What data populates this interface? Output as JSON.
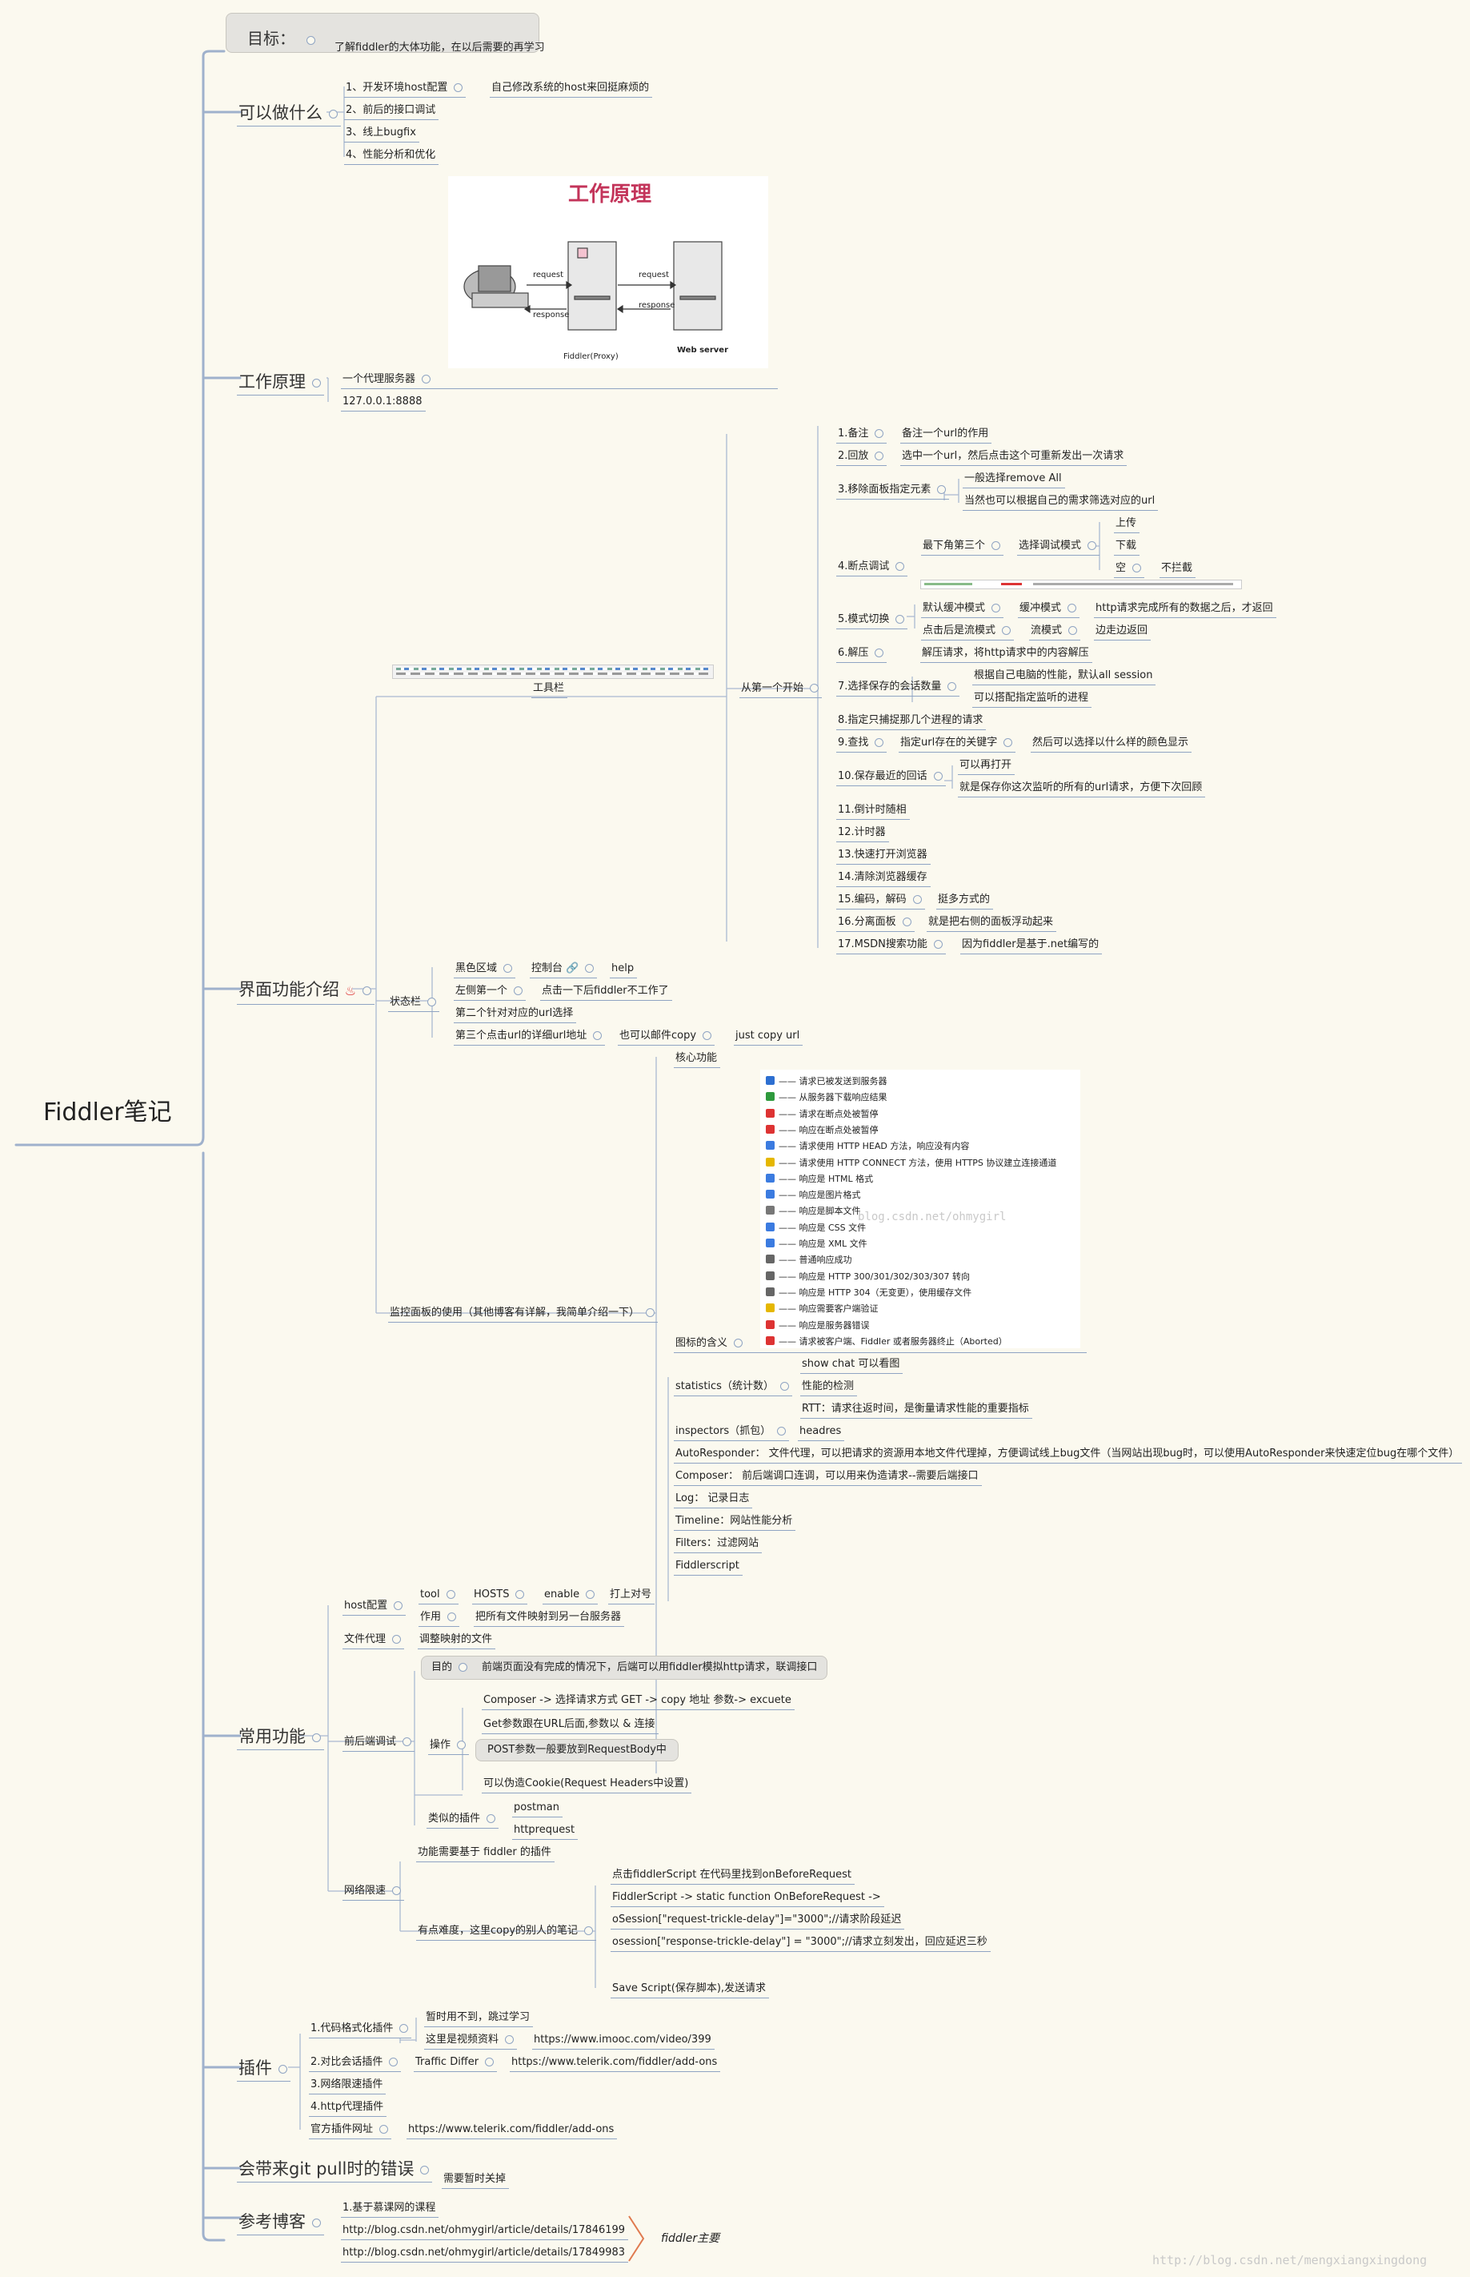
{
  "root": "Fiddler笔记",
  "goal": {
    "label": "目标：",
    "text": "了解fiddler的大体功能，在以后需要的再学习"
  },
  "can_do": {
    "title": "可以做什么",
    "items": [
      "1、开发环境host配置",
      "2、前后的接口调试",
      "3、线上bugfix",
      "4、性能分析和优化"
    ],
    "note": "自己修改系统的host来回挺麻烦的"
  },
  "diagram": {
    "title": "工作原理",
    "request": "request",
    "response": "response",
    "request2": "request",
    "response2": "response",
    "proxy": "Fiddler(Proxy)",
    "server": "Web server"
  },
  "principle": {
    "title": "工作原理",
    "items": [
      "一个代理服务器",
      "127.0.0.1:8888"
    ]
  },
  "ui": {
    "title": "界面功能介绍",
    "toolbar": "工具栏",
    "from_first": "从第一个开始",
    "tb": [
      "1.备注",
      "备注一个url的作用",
      "2.回放",
      "选中一个url，然后点击这个可重新发出一次请求",
      "3.移除面板指定元素",
      "一般选择remove All",
      "当然也可以根据自己的需求筛选对应的url",
      "4.断点调试",
      "最下角第三个",
      "选择调试模式",
      "上传",
      "下载",
      "空",
      "不拦截",
      "5.模式切换",
      "默认缓冲模式",
      "缓冲模式",
      "http请求完成所有的数据之后，才返回",
      "点击后是流模式",
      "流模式",
      "边走边返回",
      "6.解压",
      "解压请求，将http请求中的内容解压",
      "7.选择保存的会话数量",
      "根据自己电脑的性能，默认all session",
      "可以搭配指定监听的进程",
      "8.指定只捕捉那几个进程的请求",
      "9.查找",
      "指定url存在的关键字",
      "然后可以选择以什么样的颜色显示",
      "10.保存最近的回话",
      "可以再打开",
      "就是保存你这次监听的所有的url请求，方便下次回顾",
      "11.倒计时随相",
      "12.计时器",
      "13.快速打开浏览器",
      "14.清除浏览器缓存",
      "15.编码，解码",
      "挺多方式的",
      "16.分离面板",
      "就是把右侧的面板浮动起来",
      "17.MSDN搜索功能",
      "因为fiddler是基于.net编写的"
    ],
    "status": "状态栏",
    "st": [
      "黑色区域",
      "控制台",
      "help",
      "左侧第一个",
      "点击一下后fiddler不工作了",
      "第二个针对对应的url选择",
      "第三个点击url的详细url地址",
      "也可以邮件copy",
      "just copy url"
    ],
    "monitor": "监控面板的使用（其他博客有详解，我简单介绍一下）",
    "core": "核心功能",
    "iconmeaning": "图标的含义",
    "icons": [
      "—— 请求已被发送到服务器",
      "—— 从服务器下载响应结果",
      "—— 请求在断点处被暂停",
      "—— 响应在断点处被暂停",
      "—— 请求使用 HTTP HEAD 方法，响应没有内容",
      "—— 请求使用 HTTP CONNECT 方法，使用 HTTPS 协议建立连接通道",
      "—— 响应是 HTML 格式",
      "—— 响应是图片格式",
      "—— 响应是脚本文件",
      "—— 响应是 CSS 文件",
      "—— 响应是 XML 文件",
      "—— 普通响应成功",
      "—— 响应是 HTTP 300/301/302/303/307 转向",
      "—— 响应是 HTTP 304（无变更），使用缓存文件",
      "—— 响应需要客户端验证",
      "—— 响应是服务器错误",
      "—— 请求被客户端、Fiddler 或者服务器终止（Aborted）"
    ],
    "stats": "statistics（统计数）",
    "stats_items": [
      "show  chat  可以看图",
      "性能的检测",
      "RTT：请求往返时间，是衡量请求性能的重要指标"
    ],
    "inspectors": "inspectors（抓包）",
    "headres": "headres",
    "auto": "AutoResponder：  文件代理，可以把请求的资源用本地文件代理掉，方便调试线上bug文件（当网站出现bug时，可以使用AutoResponder来快速定位bug在哪个文件）",
    "composer": "Composer：  前后端调口连调，可以用来伪造请求--需要后端接口",
    "log": "Log：  记录日志",
    "timeline": "Timeline：网站性能分析",
    "filters": "Filters：过滤网站",
    "script": "Fiddlerscript"
  },
  "common": {
    "title": "常用功能",
    "host": "host配置",
    "tool": "tool",
    "hosts": "HOSTS",
    "enable": "enable",
    "tick": "打上对号",
    "use": "作用",
    "use_desc": "把所有文件映射到另一台服务器",
    "file": "文件代理",
    "file_desc": "调整映射的文件",
    "fe": "前后端调试",
    "purpose": "目的",
    "purpose_desc": "前端页面没有完成的情况下，后端可以用fiddler模拟http请求，联调接口",
    "op": "操作",
    "ops": [
      "Composer -> 选择请求方式 GET -> copy 地址  参数-> excuete",
      "Get参数跟在URL后面,参数以 & 连接",
      "POST参数一般要放到RequestBody中",
      "可以伪造Cookie(Request Headers中设置)"
    ],
    "plugins": "类似的插件",
    "plugin_items": [
      "postman",
      "httprequest"
    ],
    "net": "网络限速",
    "net_req": "功能需要基于 fiddler 的插件",
    "net_hard": "有点难度，这里copy的别人的笔记",
    "net_items": [
      "点击fiddlerScript 在代码里找到onBeforeRequest",
      "FiddlerScript -> static function OnBeforeRequest ->",
      "oSession[\"request-trickle-delay\"]=\"3000\";//请求阶段延迟",
      "osession[\"response-trickle-delay\"] = \"3000\";//请求立刻发出，回应延迟三秒",
      "Save Script(保存脚本),发送请求"
    ]
  },
  "plugin": {
    "title": "插件",
    "items": [
      "1.代码格式化插件",
      "2.对比会话插件",
      "3.网络限速插件",
      "4.http代理插件",
      "官方插件网址"
    ],
    "no_use": "暂时用不到，跳过学习",
    "video": "这里是视频资料",
    "video_url": "https://www.imooc.com/video/399",
    "td": "Traffic Differ",
    "td_url": "https://www.telerik.com/fiddler/add-ons",
    "off_url": "https://www.telerik.com/fiddler/add-ons"
  },
  "git": {
    "title": "会带来git pull时的错误",
    "note": "需要暂时关掉"
  },
  "ref": {
    "title": "参考博客",
    "items": [
      "1.基于慕课网的课程",
      "http://blog.csdn.net/ohmygirl/article/details/17846199",
      "http://blog.csdn.net/ohmygirl/article/details/17849983"
    ],
    "brace": "fiddler主要"
  },
  "watermark_mid": "blog.csdn.net/ohmygirl",
  "watermark_footer": "http://blog.csdn.net/mengxiangxingdong",
  "colors": {
    "line": "#8fa4c3",
    "bg": "#fbf9ef",
    "title_red": "#c3345a"
  }
}
